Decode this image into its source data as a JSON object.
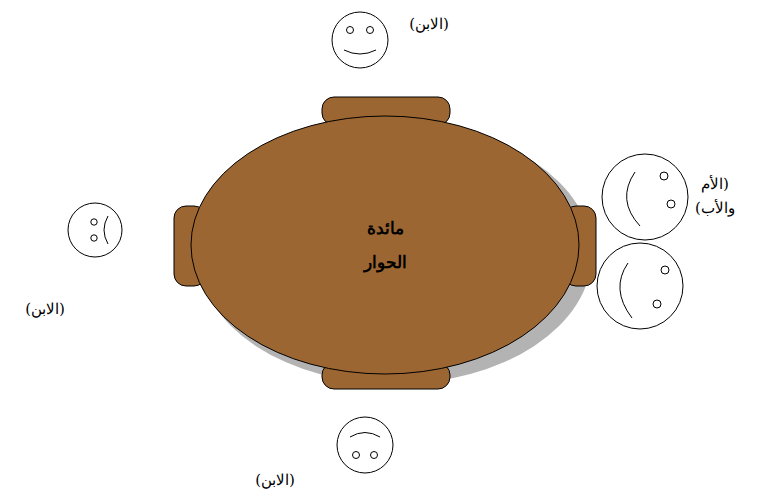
{
  "diagram": {
    "nodes": [
      {
        "text": [
          "مائدة الحوار"
        ]
      }
    ],
    "labels": [
      "(الابن)",
      "(الأم والأب)",
      "(الابن)",
      "(الابن)"
    ]
  }
}
